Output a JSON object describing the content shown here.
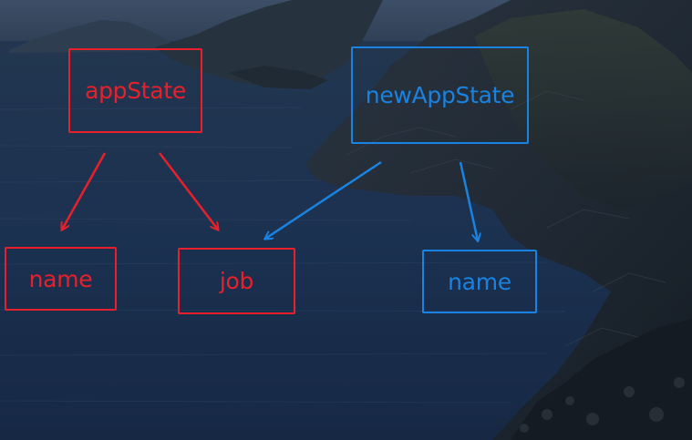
{
  "colors": {
    "old_state": "#e8202c",
    "new_state": "#1a82e0"
  },
  "nodes": {
    "app_state": "appState",
    "app_state_name": "name",
    "job": "job",
    "new_app_state": "newAppState",
    "new_app_state_name": "name"
  },
  "edges": [
    {
      "from": "appState",
      "to": "name",
      "color": "old_state"
    },
    {
      "from": "appState",
      "to": "job",
      "color": "old_state"
    },
    {
      "from": "newAppState",
      "to": "job",
      "color": "new_state"
    },
    {
      "from": "newAppState",
      "to": "name",
      "color": "new_state"
    }
  ]
}
